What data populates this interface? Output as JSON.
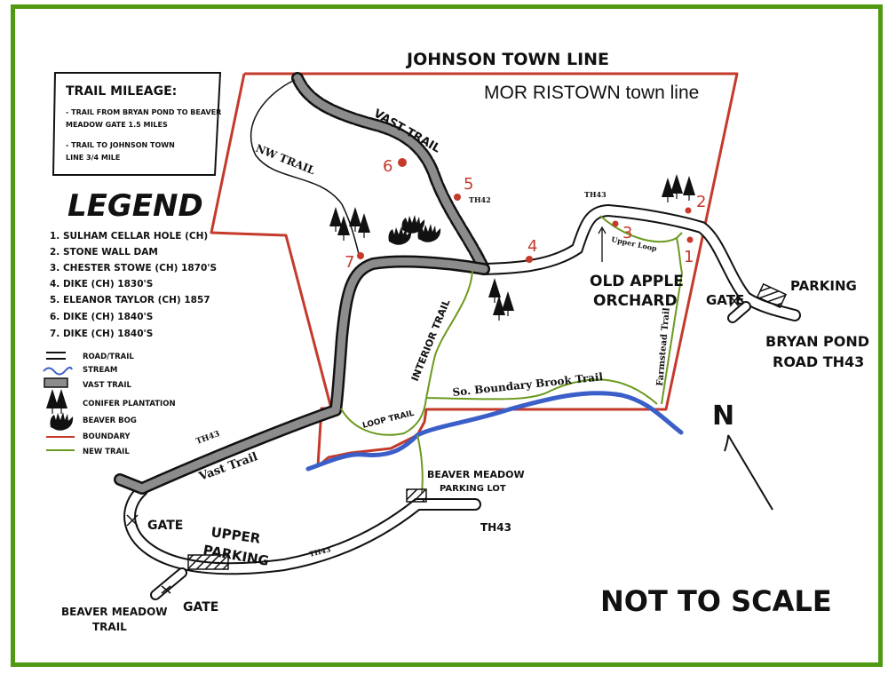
{
  "map": {
    "title_top": "JOHNSON TOWN LINE",
    "morristown_line": "MOR RISTOWN town line",
    "not_to_scale": "NOT TO SCALE",
    "north_label": "N",
    "colors": {
      "frame": "#4f9a12",
      "boundary": "#c43a2b",
      "stream": "#3b5fc9",
      "new_trail": "#6a9a1f",
      "vast_trail": "#8c8c8c",
      "road": "#111111",
      "marker": "#c43a2b"
    }
  },
  "mileage": {
    "title": "TRAIL MILEAGE:",
    "lines": [
      "- TRAIL FROM BRYAN POND TO BEAVER",
      "MEADOW GATE 1.5 MILES",
      "- TRAIL TO JOHNSON TOWN",
      "LINE 3/4 MILE"
    ]
  },
  "legend": {
    "title": "LEGEND",
    "sites": [
      "1. SULHAM CELLAR HOLE (CH)",
      "2. STONE WALL DAM",
      "3. CHESTER STOWE (CH) 1870'S",
      "4. DIKE (CH) 1830'S",
      "5. ELEANOR TAYLOR (CH) 1857",
      "6. DIKE (CH) 1840'S",
      "7. DIKE (CH) 1840'S"
    ],
    "symbols": [
      {
        "icon": "road-trail-icon",
        "label": "ROAD/TRAIL"
      },
      {
        "icon": "stream-icon",
        "label": "STREAM"
      },
      {
        "icon": "vast-trail-icon",
        "label": "VAST TRAIL"
      },
      {
        "icon": "conifer-icon",
        "label": "CONIFER PLANTATION"
      },
      {
        "icon": "beaver-bog-icon",
        "label": "BEAVER BOG"
      },
      {
        "icon": "boundary-icon",
        "label": "BOUNDARY"
      },
      {
        "icon": "new-trail-icon",
        "label": "NEW TRAIL"
      }
    ]
  },
  "labels": {
    "vast_trail_north": "VAST TRAIL",
    "nw_trail": "NW TRAIL",
    "th42": "TH42",
    "th43_north": "TH43",
    "upper_loop": "Upper Loop",
    "old_apple_orchard_1": "OLD APPLE",
    "old_apple_orchard_2": "ORCHARD",
    "farmstead_trail": "Farmstead Trail",
    "interior_trail": "INTERIOR TRAIL",
    "so_boundary_brook_trail": "So. Boundary Brook Trail",
    "loop_trail": "LOOP TRAIL",
    "parking": "PARKING",
    "gate_east": "GATE",
    "bryan_pond_1": "BRYAN POND",
    "bryan_pond_2": "ROAD TH43",
    "th43_west": "TH43",
    "vast_trail_south": "Vast Trail",
    "beaver_meadow_lot_1": "BEAVER MEADOW",
    "beaver_meadow_lot_2": "PARKING LOT",
    "th43_east_south": "TH43",
    "gate_west": "GATE",
    "upper_parking_1": "UPPER",
    "upper_parking_2": "PARKING",
    "th43_south": "TH43",
    "gate_south": "GATE",
    "beaver_meadow_trail_1": "BEAVER MEADOW",
    "beaver_meadow_trail_2": "TRAIL"
  },
  "sites": [
    {
      "num": "1"
    },
    {
      "num": "2"
    },
    {
      "num": "3"
    },
    {
      "num": "4"
    },
    {
      "num": "5"
    },
    {
      "num": "6"
    },
    {
      "num": "7"
    }
  ]
}
